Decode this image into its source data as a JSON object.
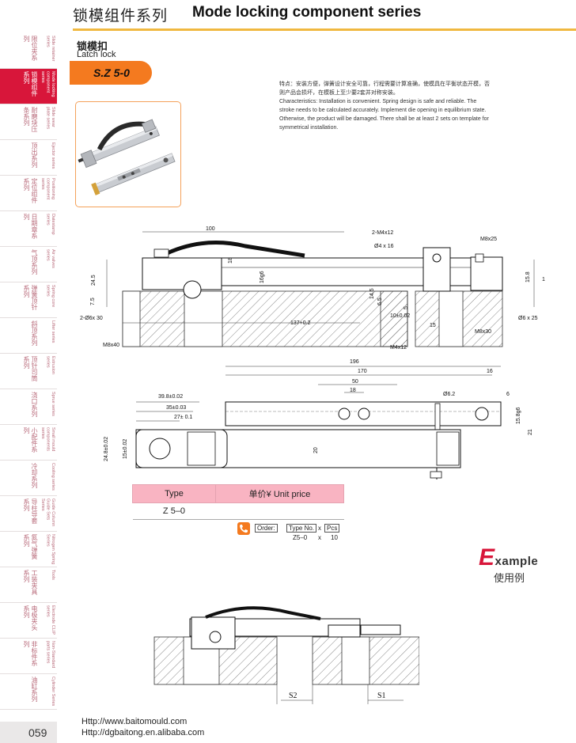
{
  "header": {
    "title_cn": "锁模组件系列",
    "title_en": "Mode locking component series"
  },
  "sidebar": {
    "items": [
      {
        "cn": "限位夹系列",
        "en": "Slide retainer series"
      },
      {
        "cn": "锁模组件系列",
        "en": "Mode locking component series"
      },
      {
        "cn": "耐磨块压条系列",
        "en": "Slide wear plate series"
      },
      {
        "cn": "顶出系列",
        "en": "Ejector series"
      },
      {
        "cn": "定位组件系列",
        "en": "Positioning component series"
      },
      {
        "cn": "日期章系列",
        "en": "Datestamp series"
      },
      {
        "cn": "气顶系列",
        "en": "Air valves series"
      },
      {
        "cn": "弹簧顶针系列",
        "en": "Spring core series"
      },
      {
        "cn": "斜顶系列",
        "en": "Lifter series"
      },
      {
        "cn": "顶针司筒系列",
        "en": "Extrusion series"
      },
      {
        "cn": "浇口系列",
        "en": "Sprue series"
      },
      {
        "cn": "小配件系列",
        "en": "Small mould components series"
      },
      {
        "cn": "冷却系列",
        "en": "Cooling series"
      },
      {
        "cn": "导柱导套系列",
        "en": "Guide Column Guide Sets Series"
      },
      {
        "cn": "氮气弹簧系列",
        "en": "Nitrogen Spring Series"
      },
      {
        "cn": "工装夹具系列",
        "en": "Tools"
      },
      {
        "cn": "电极夹头系列",
        "en": "Electrode CLIP series"
      },
      {
        "cn": "非标件系列",
        "en": "Non-Standard parts series"
      },
      {
        "cn": "油缸系列",
        "en": "Cylinder Series"
      }
    ],
    "active_index": 1
  },
  "page_number": "059",
  "product": {
    "name_cn": "锁模扣",
    "name_en": "Latch lock",
    "model": "S.Z 5-0"
  },
  "description": {
    "cn": "特点：安装方便，弹簧设计安全可靠，行程需要计算准确，使模具在平衡状态开模，否则产品会损坏，在模板上至少要2套并对称安装。",
    "en": "Characteristics: Installation is convenient. Spring design is safe and reliable. The stroke needs to be calculated accurately. Implement die opening in equilibrium state. Otherwise, the product will be damaged. There shall be at least 2 sets on template for symmetrical installation."
  },
  "drawing_side": {
    "dims": {
      "d100": "100",
      "d2m4": "2-M4x12",
      "d4x16": "Ø4 x 16",
      "d18": "18",
      "d16g6": "16g6",
      "d245": "24.5",
      "d75": "7.5",
      "d2d6": "2-Ø6x 30",
      "d137": "137+0.2",
      "m8x40": "M8x40",
      "m4x12": "M4x12",
      "d145": "14.5",
      "d65": "6.5",
      "d5": "5",
      "d10": "10±0.02",
      "d15": "15",
      "m8x25": "M8x25",
      "d158": "15.8",
      "d1": "1",
      "m8x30": "M8x30",
      "d6x25": "Ø6 x 25"
    }
  },
  "drawing_top": {
    "dims": {
      "d196": "196",
      "d170": "170",
      "d50": "50",
      "d18": "18",
      "d16": "16",
      "d62": "Ø6.2",
      "d6": "6",
      "d398": "39.8±0.02",
      "d35": "35±0.03",
      "d27": "27± 0.1",
      "d158g6": "15.8g6",
      "d21": "21",
      "d248": "24.8±0.02",
      "d15": "15±0.02",
      "d20": "20"
    }
  },
  "table": {
    "headers": [
      "Type",
      "单价¥  Unit price"
    ],
    "rows": [
      [
        "Z 5–0",
        ""
      ]
    ]
  },
  "order": {
    "label": "Order:",
    "type_label": "Type No.",
    "x1": "x",
    "pcs_label": "Pcs",
    "example_model": "Z5–0",
    "x2": "x",
    "example_qty": "10"
  },
  "example": {
    "big_letter": "E",
    "rest": "xample",
    "cn": "使用例",
    "s2": "S2",
    "s1": "S1"
  },
  "footer": {
    "url1": "Http://www.baitomould.com",
    "url2": "Http://dgbaitong.en.alibaba.com"
  },
  "colors": {
    "accent_gold": "#f0b840",
    "active_red": "#d8163a",
    "badge_orange": "#f47a1f",
    "table_pink": "#f9b4c2"
  }
}
